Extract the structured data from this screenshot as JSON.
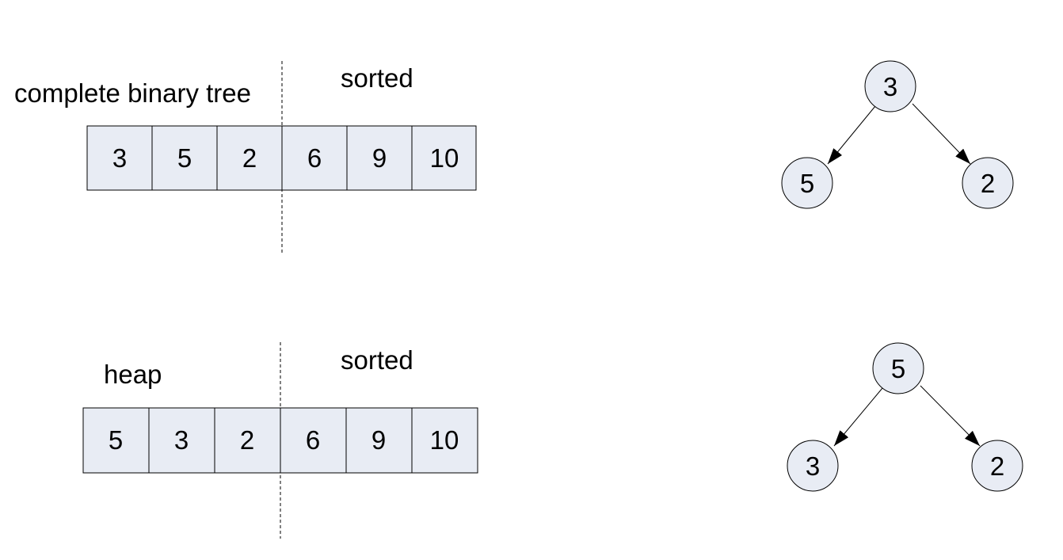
{
  "colors": {
    "fill": "#e8ecf4",
    "stroke": "#000000",
    "divider": "#000000"
  },
  "panels": [
    {
      "left_label": "complete binary tree",
      "right_label": "sorted",
      "cells": [
        "3",
        "5",
        "2",
        "6",
        "9",
        "10"
      ],
      "tree": {
        "root": "3",
        "left": "5",
        "right": "2"
      }
    },
    {
      "left_label": "heap",
      "right_label": "sorted",
      "cells": [
        "5",
        "3",
        "2",
        "6",
        "9",
        "10"
      ],
      "tree": {
        "root": "5",
        "left": "3",
        "right": "2"
      }
    }
  ]
}
